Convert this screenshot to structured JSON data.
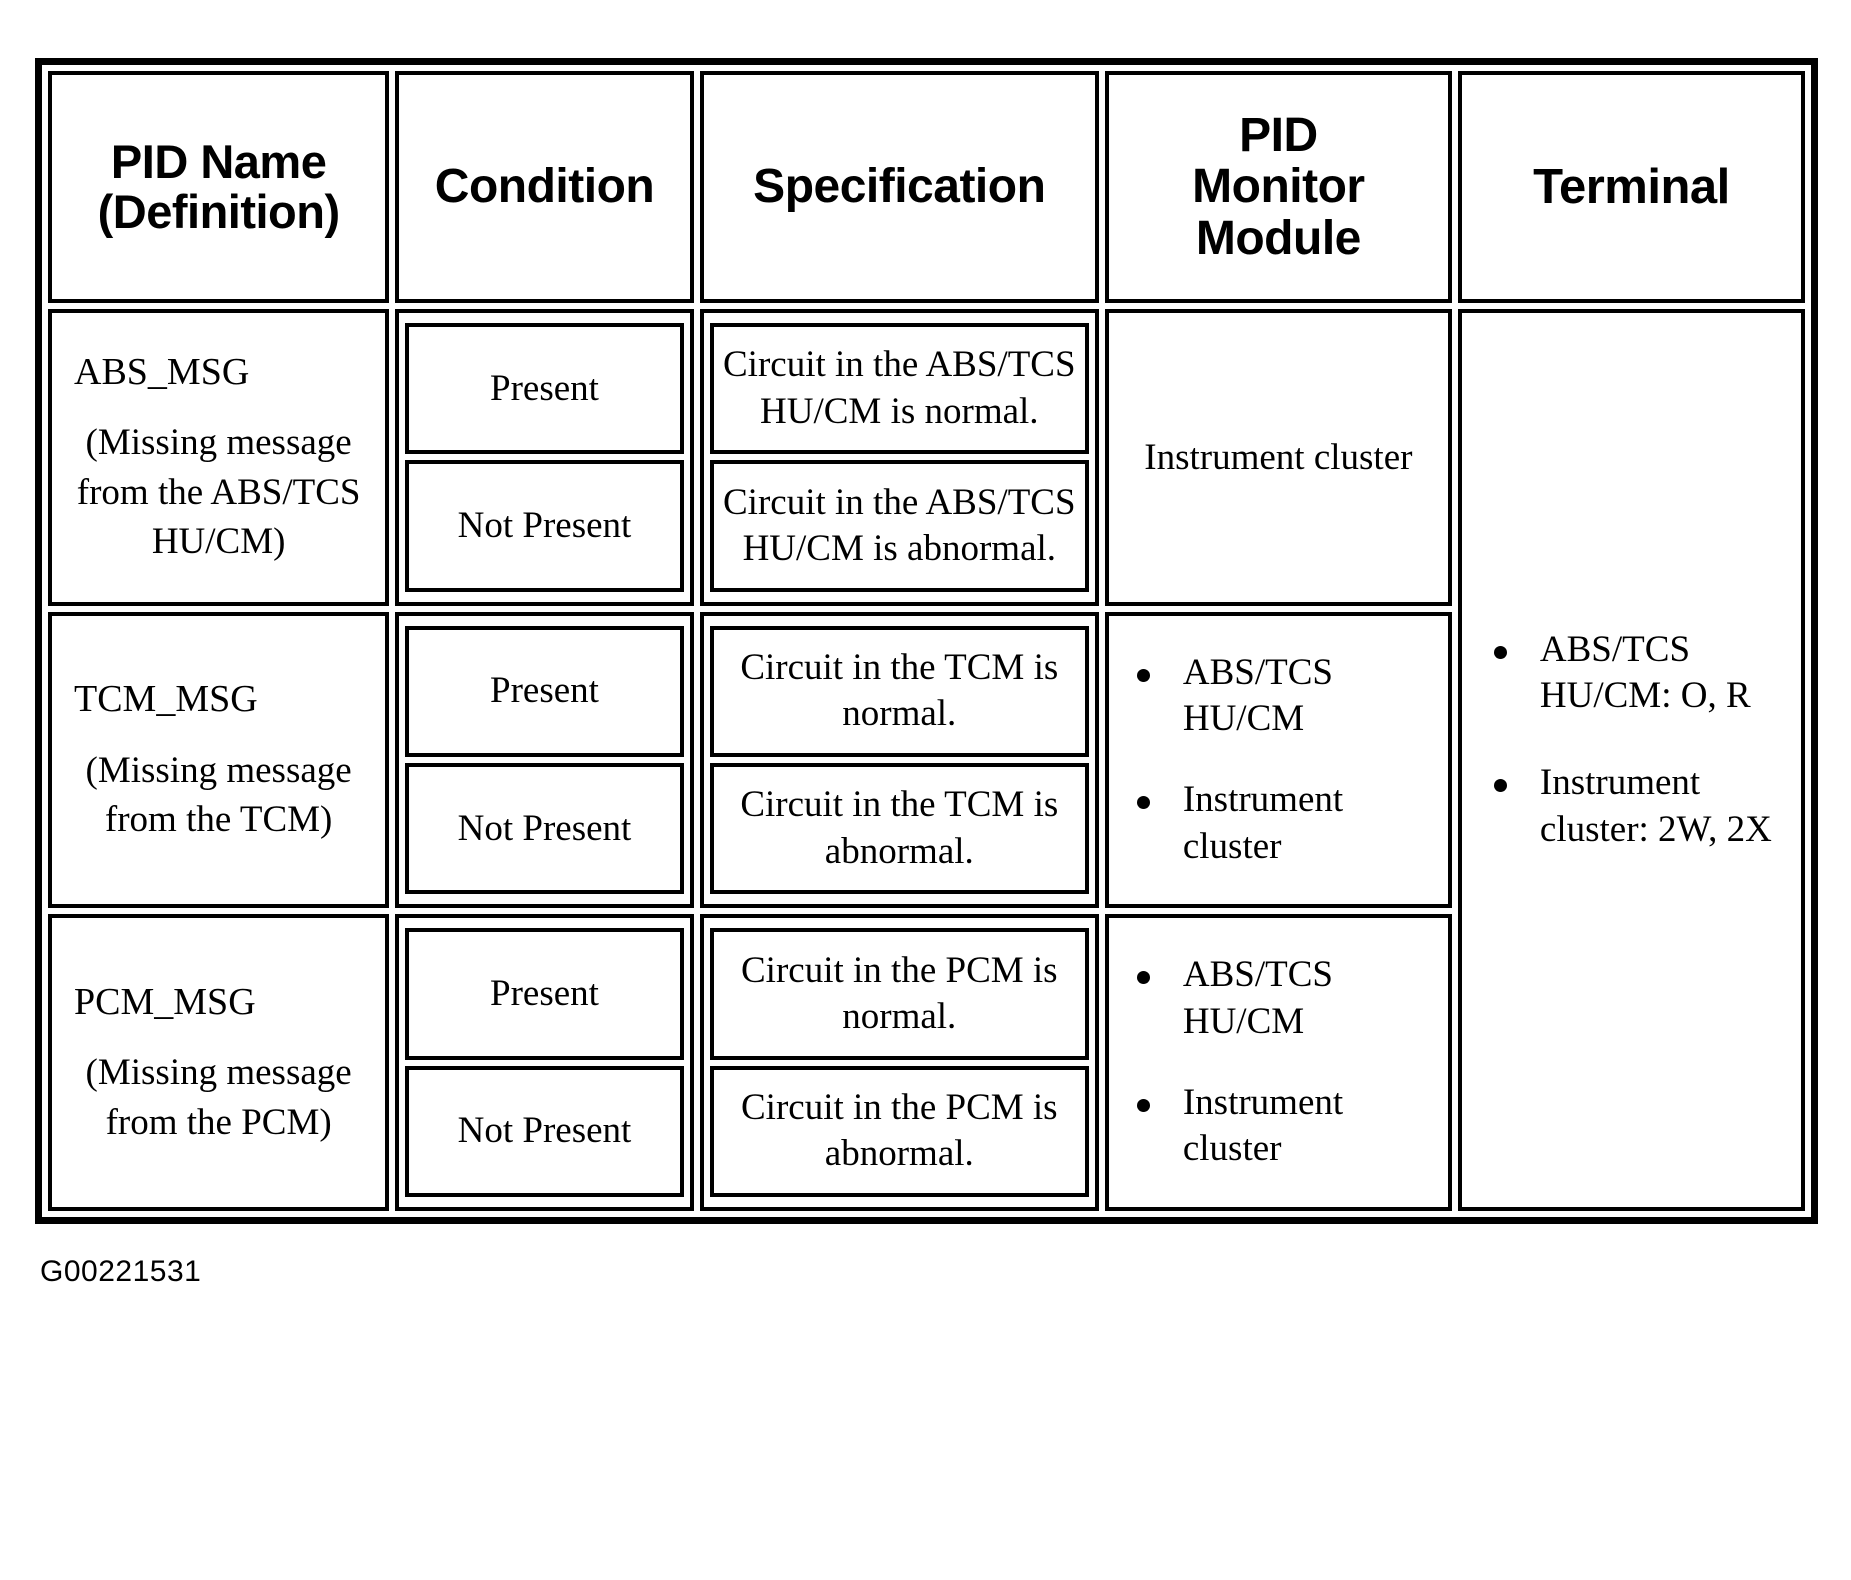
{
  "caption": "G00221531",
  "table": {
    "headers": [
      "PID Name (Definition)",
      "Condition",
      "Specification",
      "PID Monitor Module",
      "Terminal"
    ],
    "headers_lines": {
      "pid_name_line1": "PID Name",
      "pid_name_line2": "(Definition)",
      "condition": "Condition",
      "specification": "Specification",
      "monitor_line1": "PID",
      "monitor_line2": "Monitor",
      "monitor_line3": "Module",
      "terminal": "Terminal"
    },
    "rows": [
      {
        "pid_name": "ABS_MSG",
        "definition": "(Missing message from the ABS/TCS HU/CM)",
        "conditions": [
          "Present",
          "Not Present"
        ],
        "specifications": [
          "Circuit in the ABS/TCS HU/CM is normal.",
          "Circuit in the ABS/TCS HU/CM is abnormal."
        ],
        "monitor_modules": [
          "Instrument cluster"
        ],
        "monitor_is_bulleted": false
      },
      {
        "pid_name": "TCM_MSG",
        "definition": "(Missing message from the TCM)",
        "conditions": [
          "Present",
          "Not Present"
        ],
        "specifications": [
          "Circuit in the TCM is normal.",
          "Circuit in the TCM is abnormal."
        ],
        "monitor_modules": [
          "ABS/TCS HU/CM",
          "Instrument cluster"
        ],
        "monitor_is_bulleted": true
      },
      {
        "pid_name": "PCM_MSG",
        "definition": "(Missing message from the PCM)",
        "conditions": [
          "Present",
          "Not Present"
        ],
        "specifications": [
          "Circuit in the PCM is normal.",
          "Circuit in the PCM is abnormal."
        ],
        "monitor_modules": [
          "ABS/TCS HU/CM",
          "Instrument cluster"
        ],
        "monitor_is_bulleted": true
      }
    ],
    "terminal": {
      "items": [
        "ABS/TCS HU/CM: O, R",
        "Instrument cluster: 2W, 2X"
      ]
    }
  }
}
